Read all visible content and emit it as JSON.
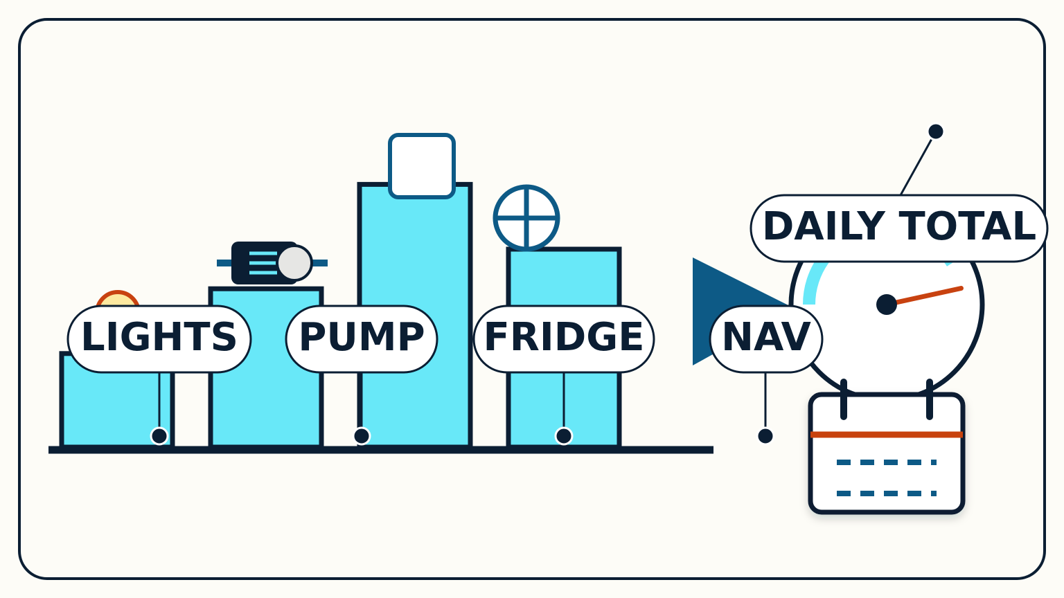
{
  "colors": {
    "background": "#fdfcf7",
    "ink": "#0b1e33",
    "accent_cyan": "#68e8f8",
    "accent_blue": "#0d5a86",
    "accent_orange": "#c84210",
    "bulb_glow": "#fde9a0"
  },
  "icons": {
    "lights": "lightbulb-icon",
    "pump": "pump-motor-icon",
    "fridge": "fridge-panel-icon",
    "nav": "navigation-arrow-icon",
    "crosshair": "crosshair-icon",
    "gauge": "gauge-meter-icon",
    "calendar": "calendar-icon"
  },
  "loads": [
    {
      "id": "lights",
      "label": "LIGHTS",
      "level": 0.26
    },
    {
      "id": "pump",
      "label": "PUMP",
      "level": 0.44
    },
    {
      "id": "fridge",
      "label": "FRIDGE",
      "level": 0.55
    },
    {
      "id": "nav",
      "label": "NAV",
      "level": 0.73
    }
  ],
  "daily_total": {
    "label": "DAILY TOTAL",
    "gauge_fraction": 0.82
  }
}
